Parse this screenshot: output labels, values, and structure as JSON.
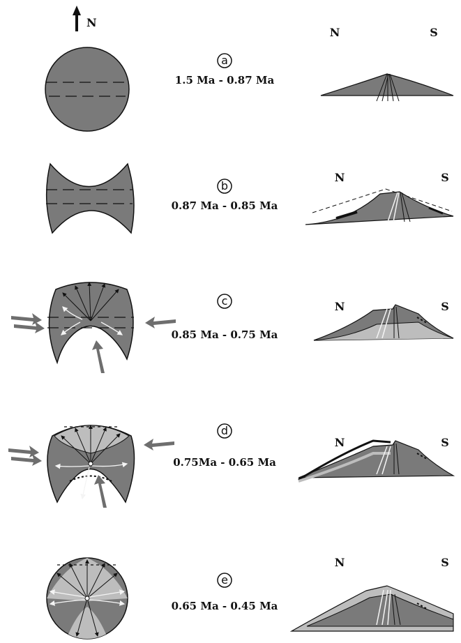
{
  "figure": {
    "north_label": "N",
    "colors": {
      "dark_gray": "#7a7a7a",
      "light_gray": "#bdbdbd",
      "arrow_gray": "#6e6e6e",
      "white_line": "#f4f4f4"
    },
    "stages": [
      {
        "letter": "a",
        "time": "1.5 Ma - 0.87 Ma",
        "profile_left": "N",
        "profile_right": "S"
      },
      {
        "letter": "b",
        "time": "0.87 Ma - 0.85 Ma",
        "profile_left": "N",
        "profile_right": "S"
      },
      {
        "letter": "c",
        "time": "0.85 Ma - 0.75 Ma",
        "profile_left": "N",
        "profile_right": "S"
      },
      {
        "letter": "d",
        "time": "0.75Ma - 0.65 Ma",
        "profile_left": "N",
        "profile_right": "S"
      },
      {
        "letter": "e",
        "time": "0.65 Ma - 0.45 Ma",
        "profile_left": "N",
        "profile_right": "S"
      }
    ]
  }
}
